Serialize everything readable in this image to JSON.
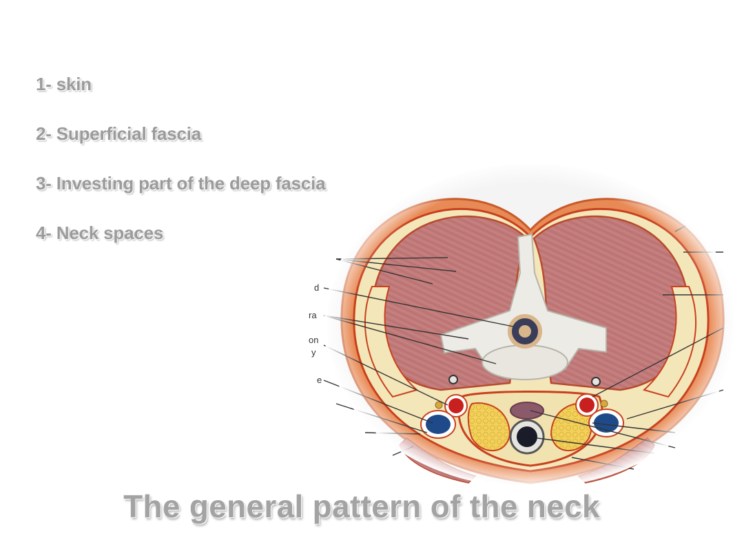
{
  "slide": {
    "items": [
      "1- skin",
      "2- Superficial fascia",
      "3- Investing part of the deep fascia",
      "4- Neck spaces"
    ],
    "caption": "The general pattern of the neck"
  },
  "figure": {
    "label_fragments": [
      "d",
      "ra",
      "on",
      "y",
      "e"
    ]
  }
}
